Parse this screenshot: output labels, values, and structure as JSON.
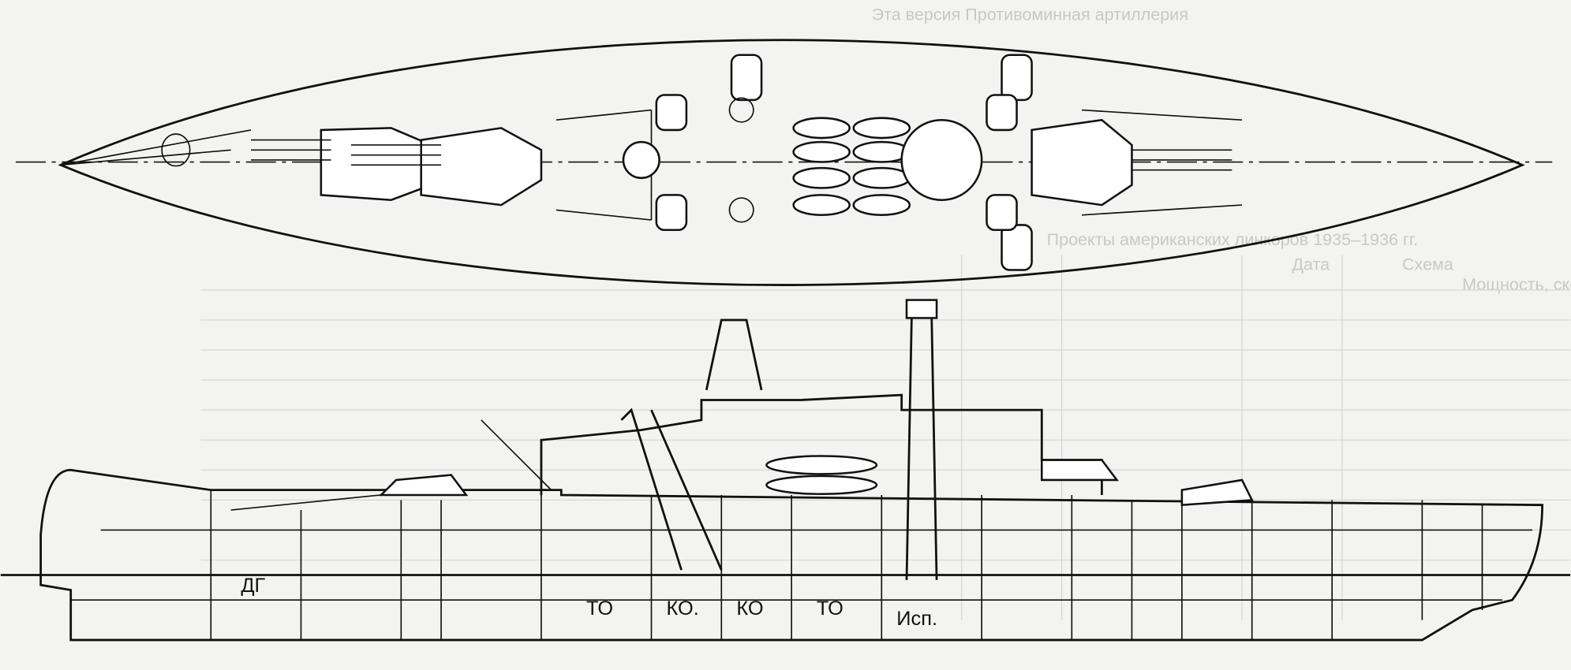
{
  "title": "Battleship design scheme — plan and profile",
  "compartments": {
    "diesel_generators": "ДГ",
    "turbine_room_1": "ТО",
    "boiler_room_1": "КО.",
    "boiler_room_2": "КО",
    "turbine_room_2": "ТО",
    "test_room": "Исп."
  },
  "bleed_through": {
    "line1": "Эта версия Противоминная артиллерия",
    "line2": "Проекты американских линкоров 1935–1936 гг.",
    "header_scheme": "Схема",
    "header_date": "Дата",
    "header_power": "Мощность, скорость"
  }
}
